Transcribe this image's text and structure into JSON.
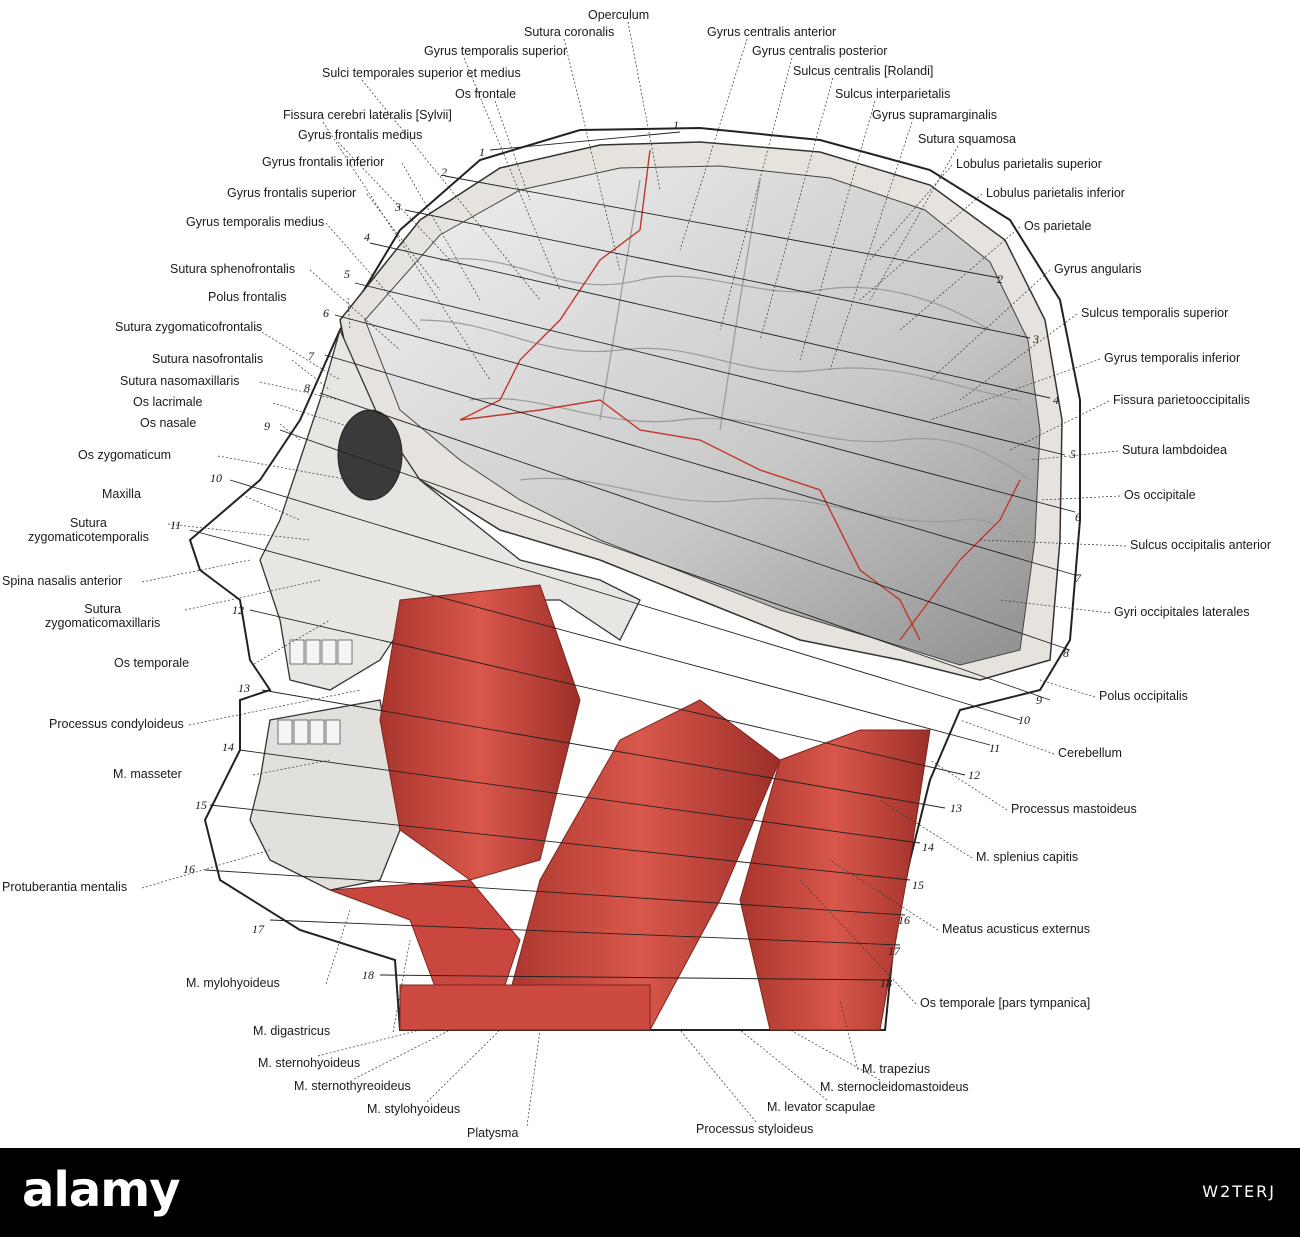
{
  "labels_top": [
    "Operculum",
    "Sutura coronalis",
    "Gyrus centralis anterior",
    "Gyrus temporalis superior",
    "Gyrus centralis  posterior",
    "Sulci temporales superior et medius",
    "Sulcus centralis [Rolandi]",
    "Os frontale",
    "Sulcus interparietalis",
    "Fissura cerebri lateralis [Sylvii]",
    "Gyrus supramarginalis",
    "Gyrus frontalis medius",
    "Sutura squamosa"
  ],
  "labels_left": [
    "Gyrus frontalis inferior",
    "Gyrus frontalis superior",
    "Gyrus temporalis medius",
    "Sutura sphenofrontalis",
    "Polus frontalis",
    "Sutura zygomaticofrontalis",
    "Sutura nasofrontalis",
    "Sutura nasomaxillaris",
    "Os lacrimale",
    "Os nasale",
    "Os zygomaticum",
    "Maxilla",
    "Sutura\nzygomaticotemporalis",
    "Spina nasalis anterior",
    "Sutura\nzygomaticomaxillaris",
    "Os temporale",
    "Processus condyloideus",
    "M. masseter",
    "Protuberantia mentalis",
    "M. mylohyoideus",
    "M. digastricus"
  ],
  "labels_right": [
    "Lobulus parietalis superior",
    "Lobulus parietalis inferior",
    "Os parietale",
    "Gyrus angularis",
    "Sulcus temporalis superior",
    "Gyrus temporalis inferior",
    "Fissura parietooccipitalis",
    "Sutura lambdoidea",
    "Os occipitale",
    "Sulcus occipitalis anterior",
    "Gyri occipitales laterales",
    "Polus occipitalis",
    "Cerebellum",
    "Processus mastoideus",
    "M. splenius capitis",
    "Meatus acusticus externus",
    "Os temporale [pars tympanica]",
    "M. trapezius"
  ],
  "labels_bottom": [
    "M. sternohyoideus",
    "M. sternocleidomastoideus",
    "M. sternothyreoideus",
    "M. levator scapulae",
    "M. stylohyoideus",
    "Processus styloideus",
    "Platysma"
  ],
  "numbers_left": [
    "1",
    "2",
    "3",
    "4",
    "5",
    "6",
    "7",
    "8",
    "9",
    "10",
    "11",
    "12",
    "13",
    "14",
    "15",
    "16",
    "17",
    "18"
  ],
  "numbers_right": [
    "1",
    "2",
    "3",
    "4",
    "5",
    "6",
    "7",
    "8",
    "9",
    "10",
    "11",
    "12",
    "13",
    "14",
    "15",
    "16",
    "17",
    "18"
  ],
  "footer": {
    "brand": "alamy",
    "image_code": "W2TERJ"
  },
  "colors": {
    "muscle": "#c8423a",
    "bone": "#e8e6e2",
    "brain": "#cfcfcf",
    "suture": "#c0392b"
  }
}
